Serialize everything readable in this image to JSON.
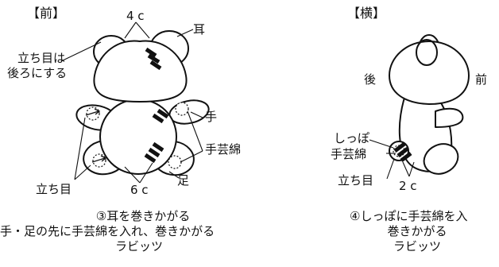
{
  "front": {
    "heading": "【前】",
    "count_top": "4 c",
    "ear": "耳",
    "side_note_1": "立ち目は",
    "side_note_2": "後ろにする",
    "hand": "手",
    "stuffing": "手芸綿",
    "eye": "立ち目",
    "count_bottom": "6 c",
    "foot": "足",
    "caption_1": "③耳を巻きかがる",
    "caption_2": "手・足の先に手芸綿を入れ、巻きかがる",
    "caption_3": "ラビッツ"
  },
  "side": {
    "heading": "【横】",
    "back": "後",
    "front_dir": "前",
    "tail": "しっぽ",
    "stuffing": "手芸綿",
    "eye": "立ち目",
    "count": "2 c",
    "caption_1": "④しっぽに手芸綿を入",
    "caption_2": "巻きかがる",
    "caption_3": "ラビッツ"
  }
}
